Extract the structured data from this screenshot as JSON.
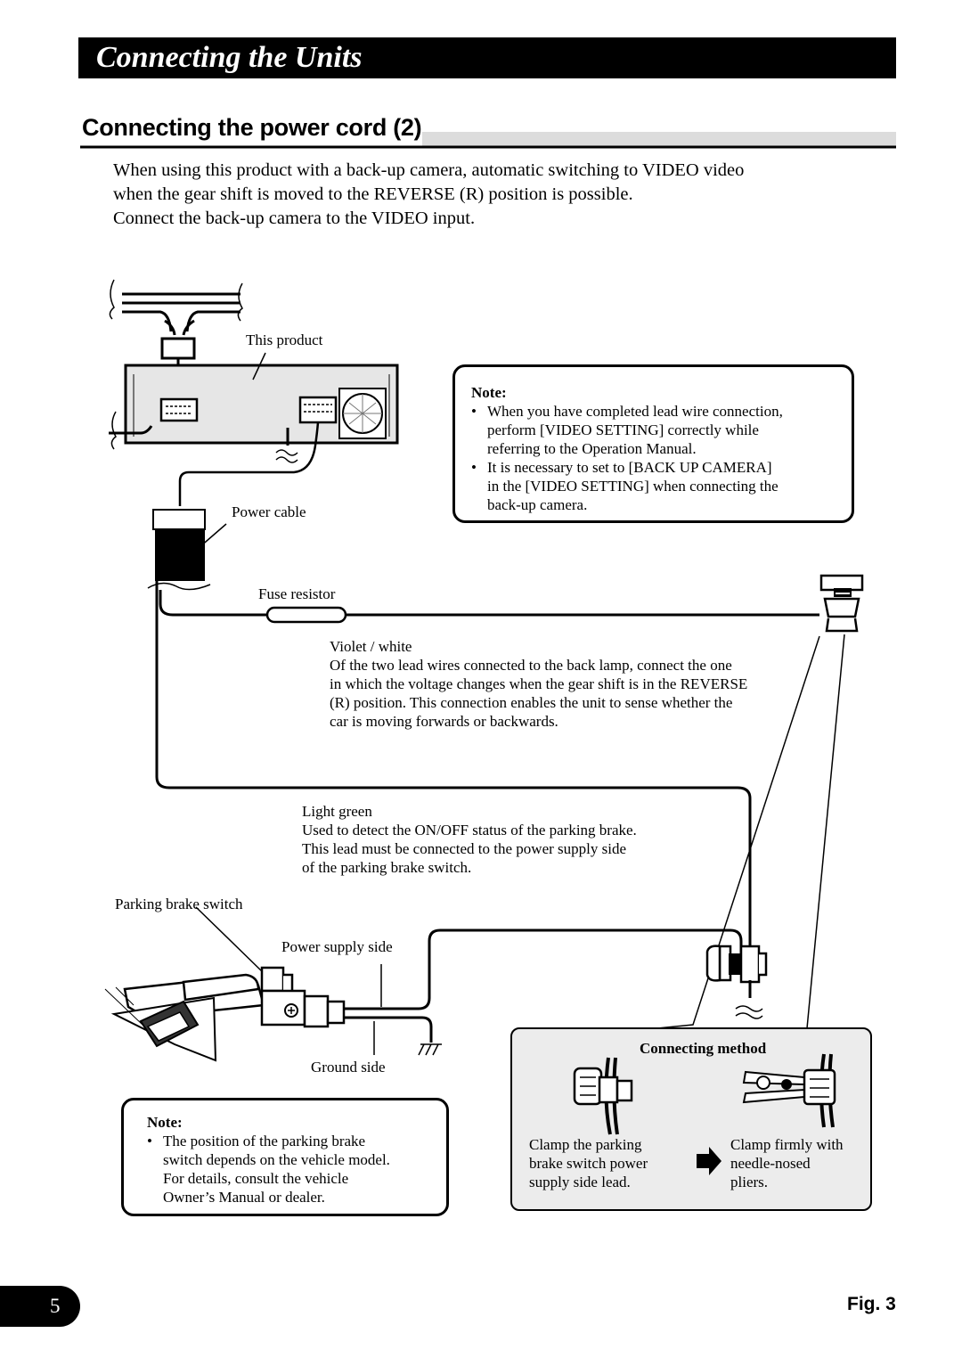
{
  "header": {
    "chapter_title": "Connecting the Units"
  },
  "section": {
    "title": "Connecting the power cord (2)"
  },
  "intro": {
    "line1": "When using this product with a back-up camera, automatic switching to VIDEO video",
    "line2": "when the gear shift is moved to the REVERSE (R) position is possible.",
    "line3": "Connect the back-up camera to the VIDEO input."
  },
  "diagram": {
    "this_product": "This product",
    "power_cable": "Power cable",
    "fuse_resistor": "Fuse resistor",
    "violet_white": {
      "label": "Violet / white",
      "lines": [
        "Of the two lead wires connected to the back lamp, connect the one",
        "in which the voltage changes when the gear shift is in the REVERSE",
        "(R) position. This connection enables the unit to sense whether the",
        "car is moving forwards or backwards."
      ]
    },
    "light_green": {
      "label": "Light green",
      "lines": [
        "Used to detect the ON/OFF status of the parking brake.",
        "This lead must be connected to the power supply side",
        "of the parking brake switch."
      ]
    },
    "parking_brake_switch": "Parking brake switch",
    "power_supply_side": "Power supply side",
    "ground_side": "Ground side"
  },
  "note_top": {
    "title": "Note:",
    "items": [
      [
        "When you have completed lead wire connection,",
        "perform [VIDEO SETTING] correctly while",
        "referring to the Operation Manual."
      ],
      [
        "It is necessary to set to [BACK UP CAMERA]",
        "in the [VIDEO SETTING] when connecting the",
        "back-up camera."
      ]
    ]
  },
  "note_bottom": {
    "title": "Note:",
    "items": [
      [
        "The position of the parking brake",
        "switch depends on the vehicle model.",
        "For details, consult the vehicle",
        "Owner’s Manual or dealer."
      ]
    ]
  },
  "connecting_method": {
    "title": "Connecting method",
    "step1": [
      "Clamp the parking",
      "brake switch power",
      "supply side lead."
    ],
    "step2": [
      "Clamp firmly with",
      "needle-nosed",
      "pliers."
    ]
  },
  "footer": {
    "page_number": "5",
    "figure_label": "Fig. 3"
  },
  "icons": {
    "bullet": "bullet-icon",
    "arrow": "right-arrow-icon"
  }
}
